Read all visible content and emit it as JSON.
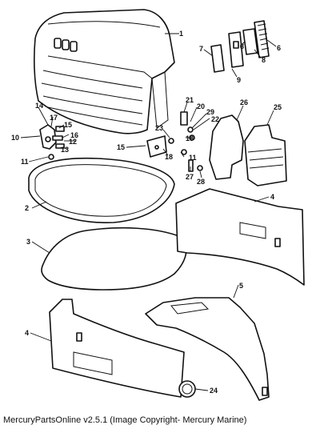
{
  "callouts": [
    {
      "id": "1",
      "text": "1"
    },
    {
      "id": "2",
      "text": "2"
    },
    {
      "id": "3",
      "text": "3"
    },
    {
      "id": "4a",
      "text": "4"
    },
    {
      "id": "4b",
      "text": "4"
    },
    {
      "id": "5",
      "text": "5"
    },
    {
      "id": "6",
      "text": "6"
    },
    {
      "id": "7",
      "text": "7"
    },
    {
      "id": "8a",
      "text": "8"
    },
    {
      "id": "8b",
      "text": "8"
    },
    {
      "id": "9",
      "text": "9"
    },
    {
      "id": "10",
      "text": "10"
    },
    {
      "id": "11a",
      "text": "11"
    },
    {
      "id": "11b",
      "text": "11"
    },
    {
      "id": "12",
      "text": "12"
    },
    {
      "id": "13",
      "text": "13"
    },
    {
      "id": "14",
      "text": "14"
    },
    {
      "id": "15a",
      "text": "15"
    },
    {
      "id": "15b",
      "text": "15"
    },
    {
      "id": "16",
      "text": "16"
    },
    {
      "id": "17",
      "text": "17"
    },
    {
      "id": "18",
      "text": "18"
    },
    {
      "id": "19",
      "text": "19"
    },
    {
      "id": "20",
      "text": "20"
    },
    {
      "id": "21",
      "text": "21"
    },
    {
      "id": "22",
      "text": "22"
    },
    {
      "id": "23",
      "text": "23"
    },
    {
      "id": "24",
      "text": "24"
    },
    {
      "id": "25",
      "text": "25"
    },
    {
      "id": "26",
      "text": "26"
    },
    {
      "id": "27",
      "text": "27"
    },
    {
      "id": "28",
      "text": "28"
    },
    {
      "id": "29",
      "text": "29"
    }
  ],
  "caption": "MercuryPartsOnline v2.5.1 (Image Copyright- Mercury Marine)"
}
